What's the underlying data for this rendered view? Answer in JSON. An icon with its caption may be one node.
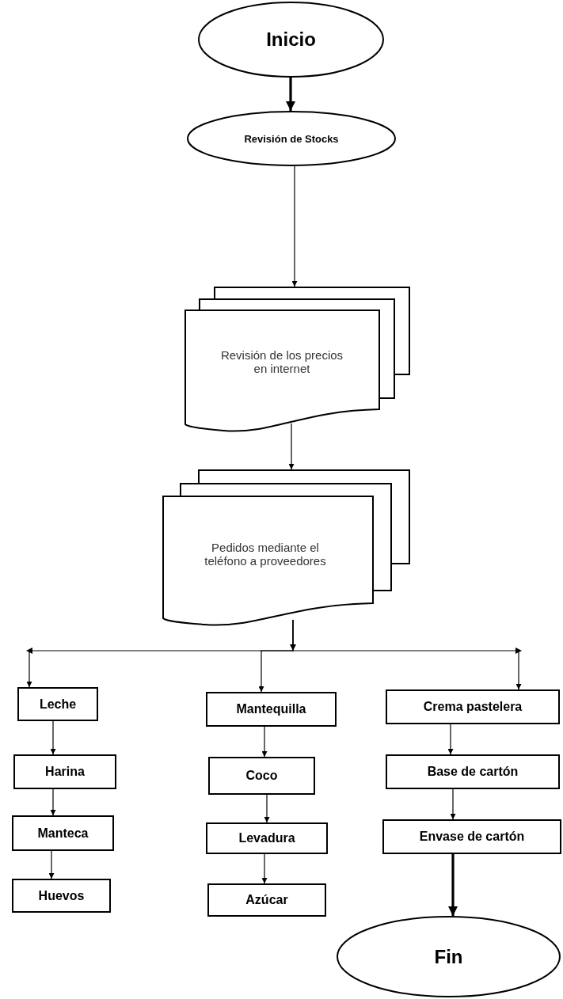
{
  "diagram": {
    "nodes": [
      {
        "text": [
          "Inicio"
        ]
      },
      {
        "text": [
          "Revisión de Stocks"
        ]
      },
      {
        "text": [
          "Revisión de los precios en internet"
        ]
      },
      {
        "text": [
          "Pedidos mediante el teléfono a proveedores"
        ]
      },
      {
        "text": [
          "Leche"
        ]
      },
      {
        "text": [
          "Harina"
        ]
      },
      {
        "text": [
          "Manteca"
        ]
      },
      {
        "text": [
          "Huevos"
        ]
      },
      {
        "text": [
          "Mantequilla"
        ]
      },
      {
        "text": [
          "Coco"
        ]
      },
      {
        "text": [
          "Levadura"
        ]
      },
      {
        "text": [
          "Azúcar"
        ]
      },
      {
        "text": [
          "Crema pastelera"
        ]
      },
      {
        "text": [
          "Base de cartón"
        ]
      },
      {
        "text": [
          "Envase de cartón"
        ]
      },
      {
        "text": [
          "Fin"
        ]
      }
    ],
    "edges": [
      {
        "from": 0,
        "to": 1,
        "arrow": "to",
        "style": "thick"
      },
      {
        "from": 1,
        "to": 2,
        "arrow": "to"
      },
      {
        "from": 2,
        "to": 3,
        "arrow": "to"
      },
      {
        "from": 3,
        "to": 4,
        "arrow": "to"
      },
      {
        "from": 3,
        "to": 8,
        "arrow": "to"
      },
      {
        "from": 3,
        "to": 12,
        "arrow": "to"
      },
      {
        "from": 4,
        "to": 5,
        "arrow": "to"
      },
      {
        "from": 5,
        "to": 6,
        "arrow": "to"
      },
      {
        "from": 6,
        "to": 7,
        "arrow": "to"
      },
      {
        "from": 8,
        "to": 9,
        "arrow": "to"
      },
      {
        "from": 9,
        "to": 10,
        "arrow": "to"
      },
      {
        "from": 10,
        "to": 11,
        "arrow": "to"
      },
      {
        "from": 12,
        "to": 13,
        "arrow": "to"
      },
      {
        "from": 13,
        "to": 14,
        "arrow": "to"
      },
      {
        "from": 14,
        "to": 15,
        "arrow": "to",
        "style": "thick"
      }
    ]
  }
}
